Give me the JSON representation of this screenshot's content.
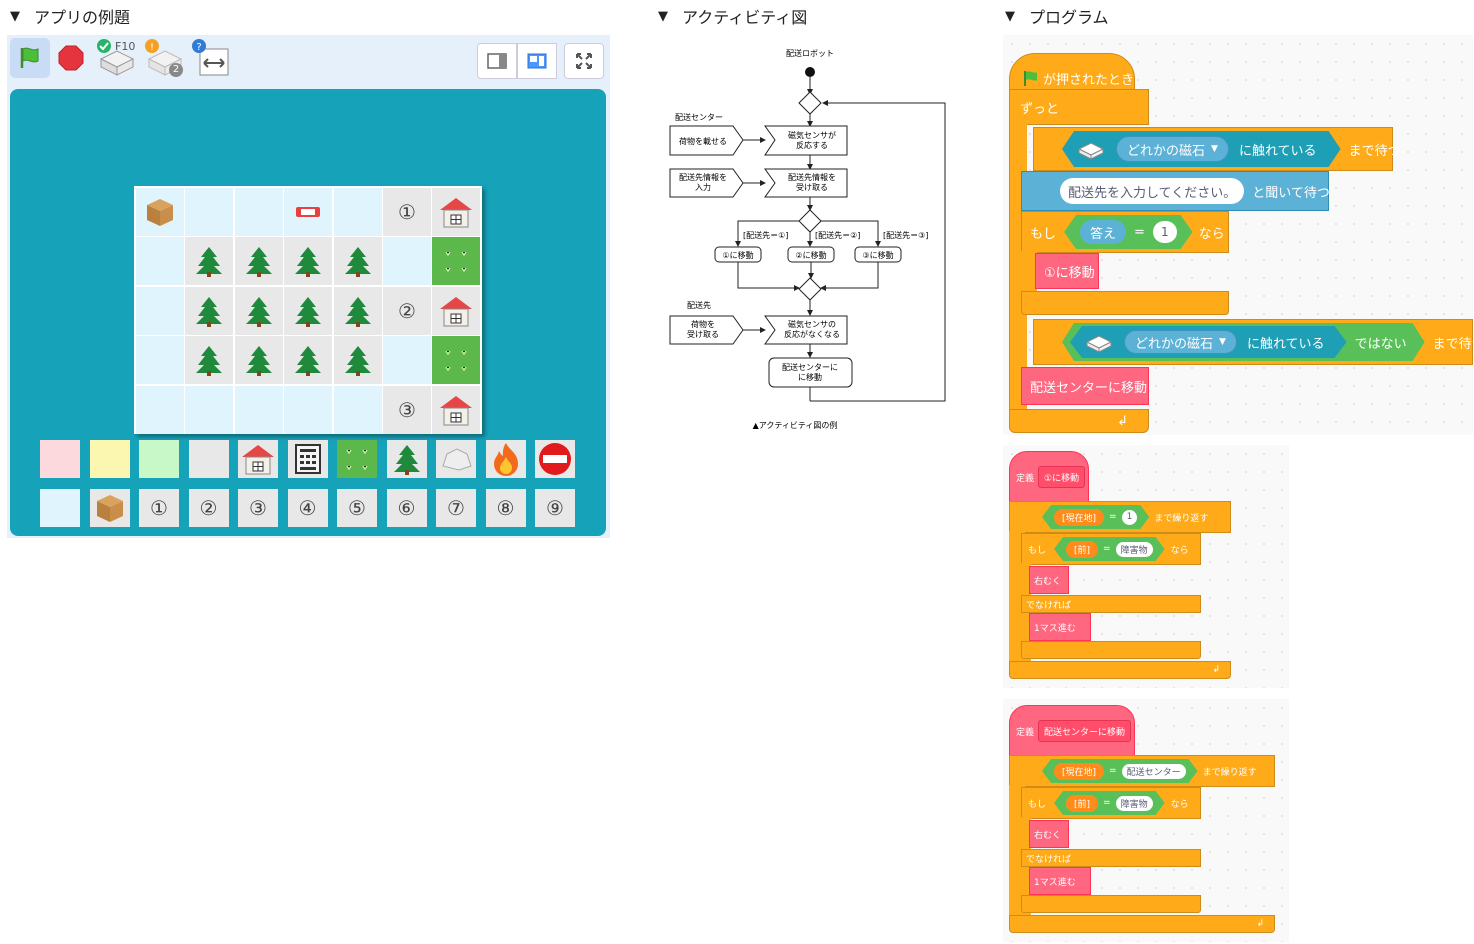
{
  "sections": {
    "app_example": "アプリの例題",
    "activity_diagram": "アクティビティ図",
    "program": "プログラム",
    "triangle": "▼"
  },
  "toolbar": {
    "f10_label": "F10",
    "badge_count": "2"
  },
  "grid": {
    "circle1": "①",
    "circle2": "②",
    "circle3": "③"
  },
  "palette": {
    "row2": [
      "①",
      "②",
      "③",
      "④",
      "⑤",
      "⑥",
      "⑦",
      "⑧",
      "⑨"
    ]
  },
  "diagram": {
    "title": "配送ロボット",
    "lane1": "配送センター",
    "box_load": "荷物を載せる",
    "box_sensor": "磁気センサが\n反応する",
    "box_input": "配送先情報を\n入力",
    "box_receive_info": "配送先情報を\n受け取る",
    "guard1": "[配送先＝①]",
    "guard2": "[配送先＝②]",
    "guard3": "[配送先＝③]",
    "move1": "①に移動",
    "move2": "②に移動",
    "move3": "③に移動",
    "lane2": "配送先",
    "box_take": "荷物を\n受け取る",
    "box_sensor_off": "磁気センサの\n反応がなくなる",
    "box_return": "配送センターに\nに移動",
    "caption": "▲アクティビティ図の例"
  },
  "program": {
    "hat": "が押されたとき",
    "forever": "ずっと",
    "wait_until": "まで待つ",
    "any_magnet": "どれかの磁石",
    "touching": "に触れている",
    "ask_text": "配送先を入力してください。",
    "ask_wait": "と聞いて待つ",
    "if": "もし",
    "answer": "答え",
    "equals": "=",
    "one": "1",
    "then": "なら",
    "move1": "①に移動",
    "not": "ではない",
    "move_center": "配送センターに移動",
    "loop_arrow": "↲"
  },
  "def1": {
    "define": "定義",
    "name": "①に移動",
    "current": "[現在地]",
    "equals": "=",
    "one": "1",
    "repeat_until": "まで繰り返す",
    "if": "もし",
    "front": "[前]",
    "obstacle": "障害物",
    "then": "なら",
    "turn_right": "右むく",
    "else": "でなければ",
    "step": "1マス進む",
    "loop_arrow": "↲"
  },
  "def2": {
    "define": "定義",
    "name": "配送センターに移動",
    "current": "[現在地]",
    "equals": "=",
    "center": "配送センター",
    "repeat_until": "まで繰り返す",
    "if": "もし",
    "front": "[前]",
    "obstacle": "障害物",
    "then": "なら",
    "turn_right": "右むく",
    "else": "でなければ",
    "step": "1マス進む",
    "loop_arrow": "↲"
  },
  "colors": {
    "stage": "#16a3ba",
    "control": "#ffab19",
    "sensing": "#5cb1d6",
    "operator": "#59c059",
    "myblock": "#ff6680"
  }
}
